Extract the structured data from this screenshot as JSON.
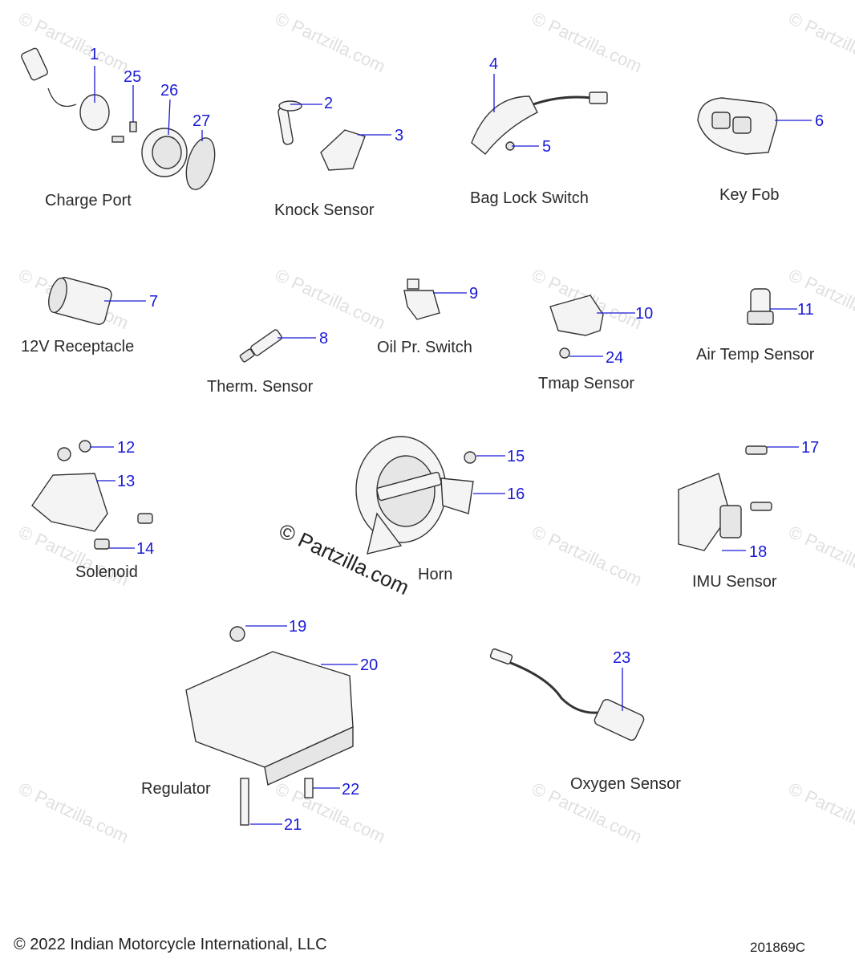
{
  "watermark": {
    "text": "© Partzilla.com"
  },
  "groups": {
    "charge_port": "Charge Port",
    "knock_sensor": "Knock Sensor",
    "bag_lock_switch": "Bag Lock Switch",
    "key_fob": "Key Fob",
    "receptacle_12v": "12V Receptacle",
    "therm_sensor": "Therm. Sensor",
    "oil_pr_switch": "Oil Pr. Switch",
    "tmap_sensor": "Tmap Sensor",
    "air_temp_sensor": "Air Temp Sensor",
    "solenoid": "Solenoid",
    "horn": "Horn",
    "imu_sensor": "IMU Sensor",
    "regulator": "Regulator",
    "oxygen_sensor": "Oxygen Sensor"
  },
  "callouts": {
    "c1": "1",
    "c2": "2",
    "c3": "3",
    "c4": "4",
    "c5": "5",
    "c6": "6",
    "c7": "7",
    "c8": "8",
    "c9": "9",
    "c10": "10",
    "c11": "11",
    "c12": "12",
    "c13": "13",
    "c14": "14",
    "c15": "15",
    "c16": "16",
    "c17": "17",
    "c18": "18",
    "c19": "19",
    "c20": "20",
    "c21": "21",
    "c22": "22",
    "c23": "23",
    "c24": "24",
    "c25": "25",
    "c26": "26",
    "c27": "27"
  },
  "footer": {
    "copyright": "© 2022 Indian Motorcycle International, LLC",
    "diagram_code": "201869C"
  }
}
